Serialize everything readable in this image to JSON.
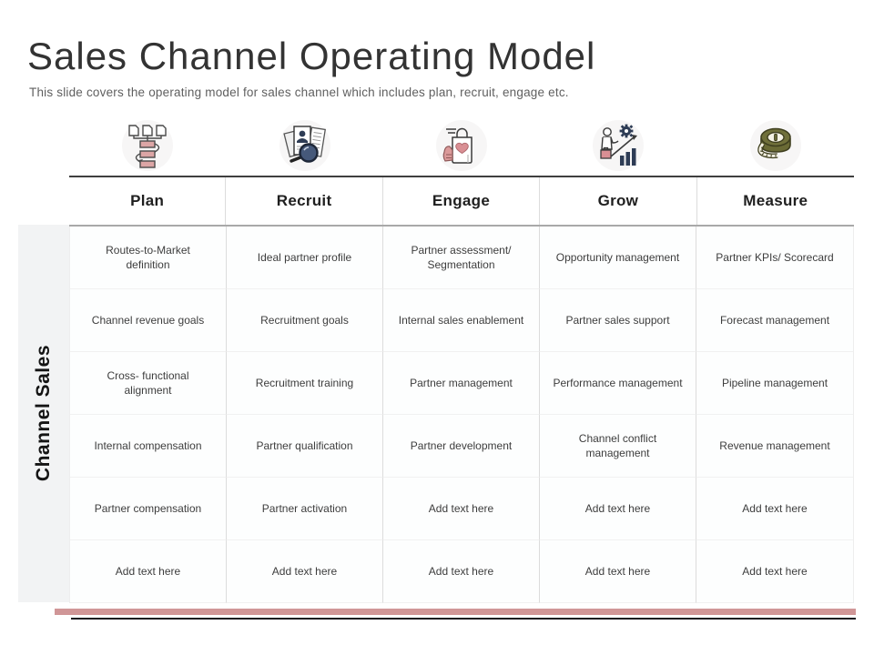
{
  "slide": {
    "title": "Sales Channel Operating Model",
    "subtitle": "This slide covers the operating model for sales channel which includes plan, recruit, engage etc."
  },
  "row_group_label": "Channel Sales",
  "table": {
    "columns": [
      {
        "label": "Plan",
        "icon": "flow-process-icon"
      },
      {
        "label": "Recruit",
        "icon": "candidate-search-icon"
      },
      {
        "label": "Engage",
        "icon": "shopping-bag-like-icon"
      },
      {
        "label": "Grow",
        "icon": "growth-person-chart-icon"
      },
      {
        "label": "Measure",
        "icon": "measuring-tape-icon"
      }
    ],
    "rows": [
      [
        "Routes-to-Market definition",
        "Ideal partner profile",
        "Partner assessment/ Segmentation",
        "Opportunity management",
        "Partner KPIs/ Scorecard"
      ],
      [
        "Channel revenue goals",
        "Recruitment goals",
        "Internal sales enablement",
        "Partner sales support",
        "Forecast management"
      ],
      [
        "Cross- functional alignment",
        "Recruitment training",
        "Partner management",
        "Performance management",
        "Pipeline management"
      ],
      [
        "Internal compensation",
        "Partner qualification",
        "Partner development",
        "Channel conflict management",
        "Revenue management"
      ],
      [
        "Partner compensation",
        "Partner activation",
        "Add text here",
        "Add text here",
        "Add text here"
      ],
      [
        "Add text here",
        "Add text here",
        "Add text here",
        "Add text here",
        "Add text here"
      ]
    ]
  },
  "colors": {
    "accent_pink": "#d09697",
    "dark_line": "#15151f",
    "strip_bg": "#f2f3f4",
    "icon_navy": "#33415c",
    "icon_pink": "#db9e9e",
    "icon_olive": "#5f5f33"
  }
}
